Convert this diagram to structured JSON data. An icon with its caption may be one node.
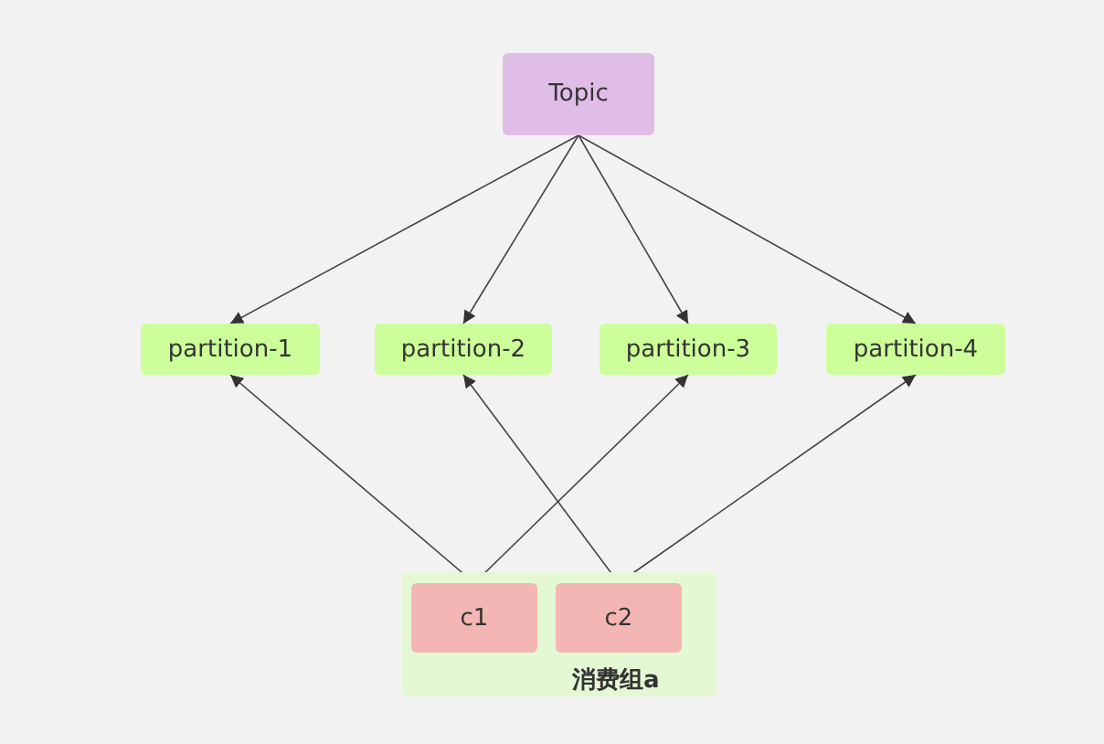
{
  "diagram": {
    "nodes": [
      {
        "text": [
          "Topic"
        ]
      },
      {
        "text": [
          "partition-1"
        ]
      },
      {
        "text": [
          "partition-2"
        ]
      },
      {
        "text": [
          "partition-3"
        ]
      },
      {
        "text": [
          "partition-4"
        ]
      },
      {
        "text": [
          "消费组a"
        ]
      },
      {
        "text": [
          "c1"
        ],
        "in": 5
      },
      {
        "text": [
          "c2"
        ],
        "in": 5
      }
    ],
    "edges": [
      {
        "from": 0,
        "to": 1,
        "arrow": "to"
      },
      {
        "from": 0,
        "to": 2,
        "arrow": "to"
      },
      {
        "from": 0,
        "to": 3,
        "arrow": "to"
      },
      {
        "from": 0,
        "to": 4,
        "arrow": "to"
      },
      {
        "from": 6,
        "to": 1,
        "arrow": "to"
      },
      {
        "from": 6,
        "to": 3,
        "arrow": "to"
      },
      {
        "from": 7,
        "to": 2,
        "arrow": "to"
      },
      {
        "from": 7,
        "to": 4,
        "arrow": "to"
      }
    ]
  }
}
